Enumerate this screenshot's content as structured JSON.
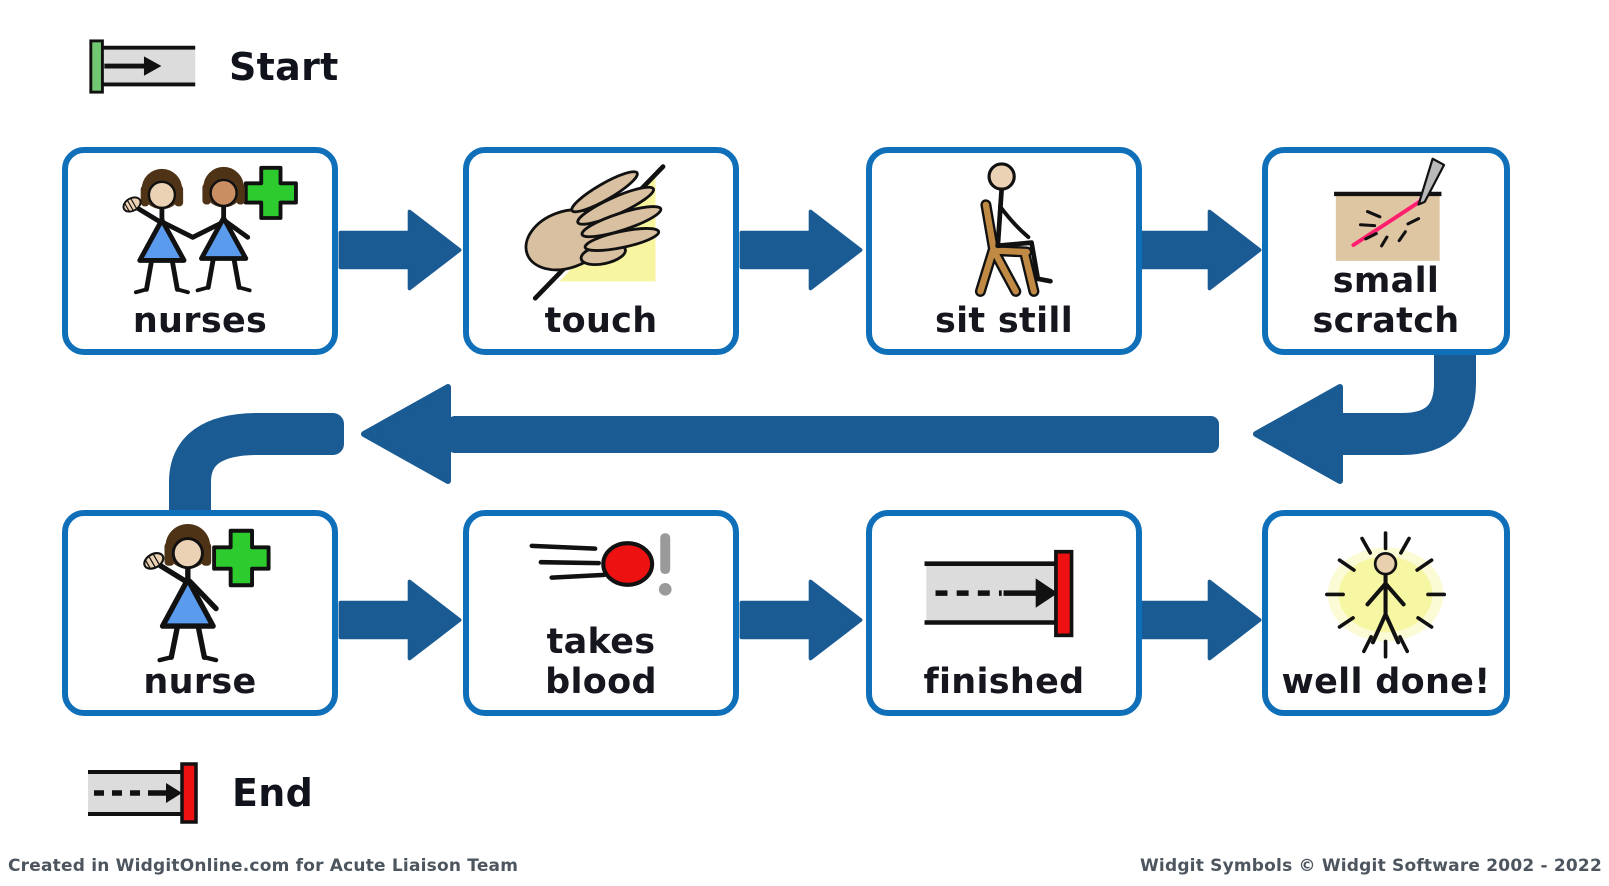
{
  "legend": {
    "start": "Start",
    "end": "End"
  },
  "steps": [
    {
      "name": "nurses",
      "label": "nurses"
    },
    {
      "name": "touch",
      "label": "touch"
    },
    {
      "name": "sit-still",
      "label": "sit still"
    },
    {
      "name": "small-scratch",
      "label": "small\nscratch"
    },
    {
      "name": "nurse",
      "label": "nurse"
    },
    {
      "name": "takes-blood",
      "label": "takes\nblood"
    },
    {
      "name": "finished",
      "label": "finished"
    },
    {
      "name": "well-done",
      "label": "well done!"
    }
  ],
  "footer": {
    "left": "Created in WidgitOnline.com for Acute Liaison Team",
    "right": "Widgit Symbols © Widgit Software 2002 - 2022"
  },
  "colors": {
    "flow_arrow_blue": "#1a5b94",
    "box_border_blue": "#0f6fb8",
    "cross_green": "#2ecb2e",
    "start_bar_green": "#72c872",
    "end_bar_red": "#ee1111",
    "blood_red": "#ee1111",
    "dress_blue": "#5b9bee",
    "touch_surface_yellow": "#f8f5a0",
    "glow_yellow": "#f7f7a3",
    "skin_tone_light": "#ecd2b4",
    "skin_tone_dark": "#c98f62",
    "track_grey": "#dcdcdc",
    "scratch_pink": "#ff1f6e",
    "footer_text_grey": "#4d565f"
  }
}
